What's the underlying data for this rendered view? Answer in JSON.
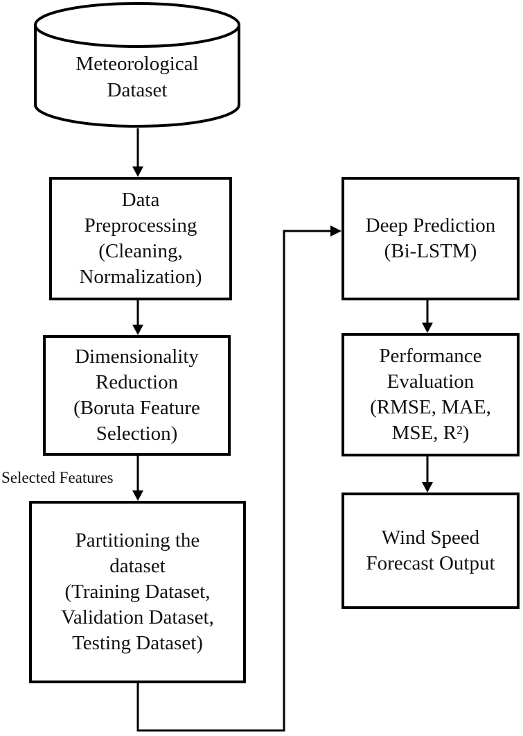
{
  "diagram": {
    "nodes": {
      "dataset": {
        "shape": "cylinder",
        "label": "Meteorological\nDataset"
      },
      "preprocessing": {
        "shape": "rect",
        "label": "Data\nPreprocessing\n(Cleaning,\nNormalization)"
      },
      "dimensionality": {
        "shape": "rect",
        "label": "Dimensionality\nReduction\n(Boruta Feature\nSelection)"
      },
      "partitioning": {
        "shape": "rect",
        "label": "Partitioning the\ndataset\n(Training Dataset,\nValidation Dataset,\nTesting Dataset)"
      },
      "prediction": {
        "shape": "rect",
        "label": "Deep Prediction\n(Bi-LSTM)"
      },
      "evaluation": {
        "shape": "rect",
        "label": "Performance\nEvaluation\n(RMSE, MAE,\nMSE, R²)"
      },
      "output": {
        "shape": "rect",
        "label": "Wind Speed\nForecast Output"
      }
    },
    "edge_labels": {
      "selected_features": "Selected Features"
    },
    "edges": [
      "dataset -> preprocessing",
      "preprocessing -> dimensionality",
      "dimensionality -> partitioning (Selected Features)",
      "partitioning -> prediction",
      "prediction -> evaluation",
      "evaluation -> output"
    ],
    "colors": {
      "stroke": "#000000",
      "background": "#ffffff",
      "text": "#111111"
    }
  }
}
